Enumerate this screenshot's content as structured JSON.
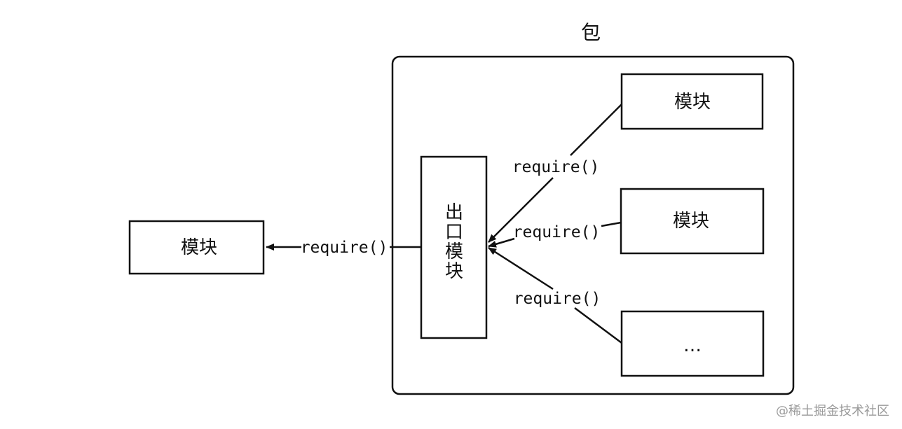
{
  "package": {
    "title": "包",
    "exit_module_chars": [
      "出",
      "口",
      "模",
      "块"
    ],
    "inner_modules": [
      "模块",
      "模块",
      "…"
    ]
  },
  "outer_module": {
    "label": "模块"
  },
  "edges": {
    "to_outer": "require()",
    "from_top": "require()",
    "from_middle": "require()",
    "from_bottom": "require()"
  },
  "watermark": {
    "text": "@稀土掘金技术社区"
  },
  "colors": {
    "stroke": "#111111",
    "background": "#ffffff",
    "watermark": "#9a9a9a"
  }
}
